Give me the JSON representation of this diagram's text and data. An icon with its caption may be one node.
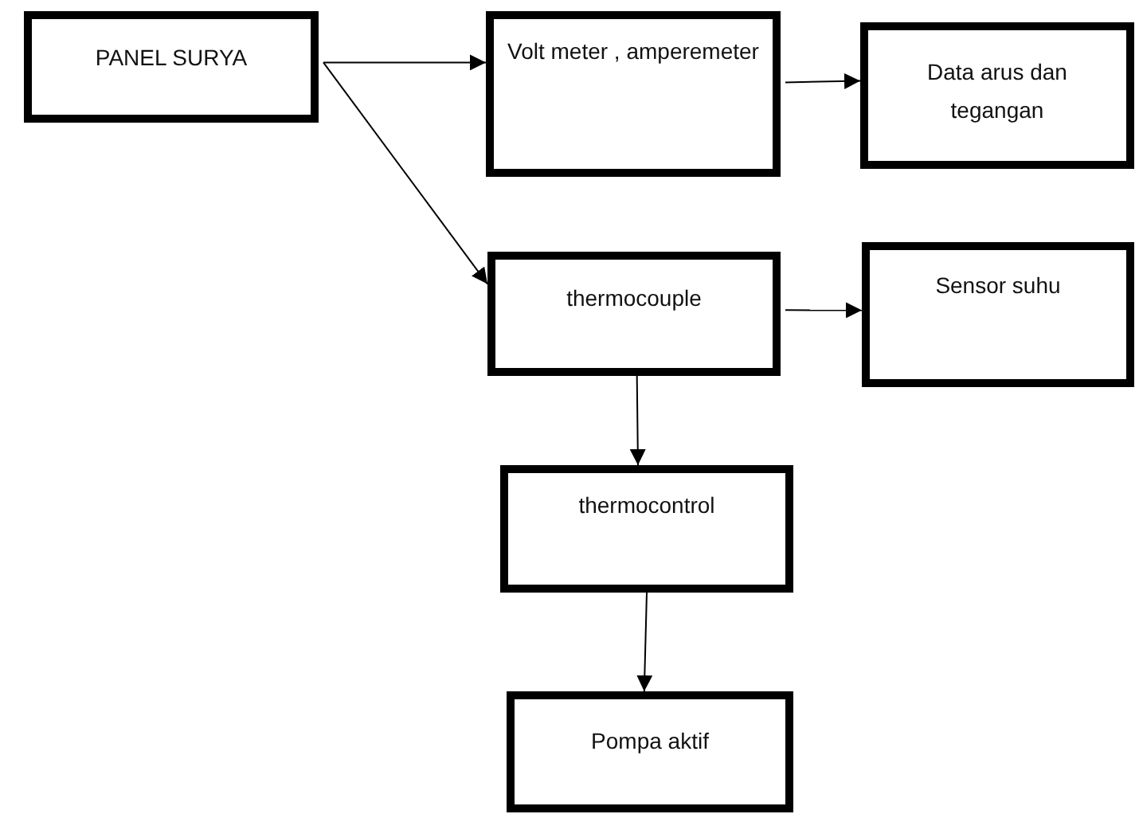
{
  "diagram": {
    "nodes": [
      {
        "text": [
          "PANEL SURYA"
        ]
      },
      {
        "text": [
          "Volt meter , amperemeter"
        ]
      },
      {
        "text": [
          "Data arus dan tegangan"
        ]
      },
      {
        "text": [
          "thermocouple"
        ]
      },
      {
        "text": [
          "Sensor suhu"
        ]
      },
      {
        "text": [
          "thermocontrol"
        ]
      },
      {
        "text": [
          "Pompa aktif"
        ]
      }
    ],
    "edges": [
      {
        "from": 0,
        "to": 1,
        "arrow": "to"
      },
      {
        "from": 0,
        "to": 3,
        "arrow": "to"
      },
      {
        "from": 1,
        "to": 2,
        "arrow": "to"
      },
      {
        "from": 3,
        "to": 4,
        "arrow": "to"
      },
      {
        "from": 3,
        "to": 5,
        "arrow": "to"
      },
      {
        "from": 5,
        "to": 6,
        "arrow": "to"
      }
    ]
  }
}
